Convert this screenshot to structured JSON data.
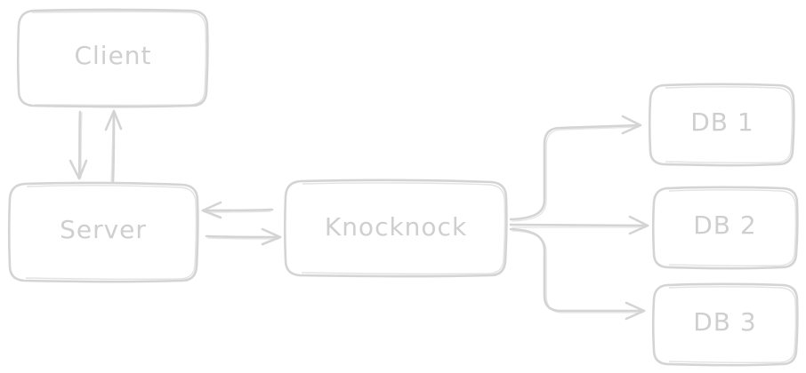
{
  "colors": {
    "stroke": "#d4d4d4",
    "text": "#cfcfcf",
    "background": "#ffffff"
  },
  "diagram": {
    "nodes": {
      "client": {
        "label": "Client"
      },
      "server": {
        "label": "Server"
      },
      "knocknock": {
        "label": "Knocknock"
      },
      "db1": {
        "label": "DB 1"
      },
      "db2": {
        "label": "DB 2"
      },
      "db3": {
        "label": "DB 3"
      }
    },
    "edges": [
      {
        "from": "client",
        "to": "server"
      },
      {
        "from": "server",
        "to": "client"
      },
      {
        "from": "knocknock",
        "to": "server"
      },
      {
        "from": "server",
        "to": "knocknock"
      },
      {
        "from": "knocknock",
        "to": "db1"
      },
      {
        "from": "knocknock",
        "to": "db2"
      },
      {
        "from": "knocknock",
        "to": "db3"
      }
    ]
  }
}
